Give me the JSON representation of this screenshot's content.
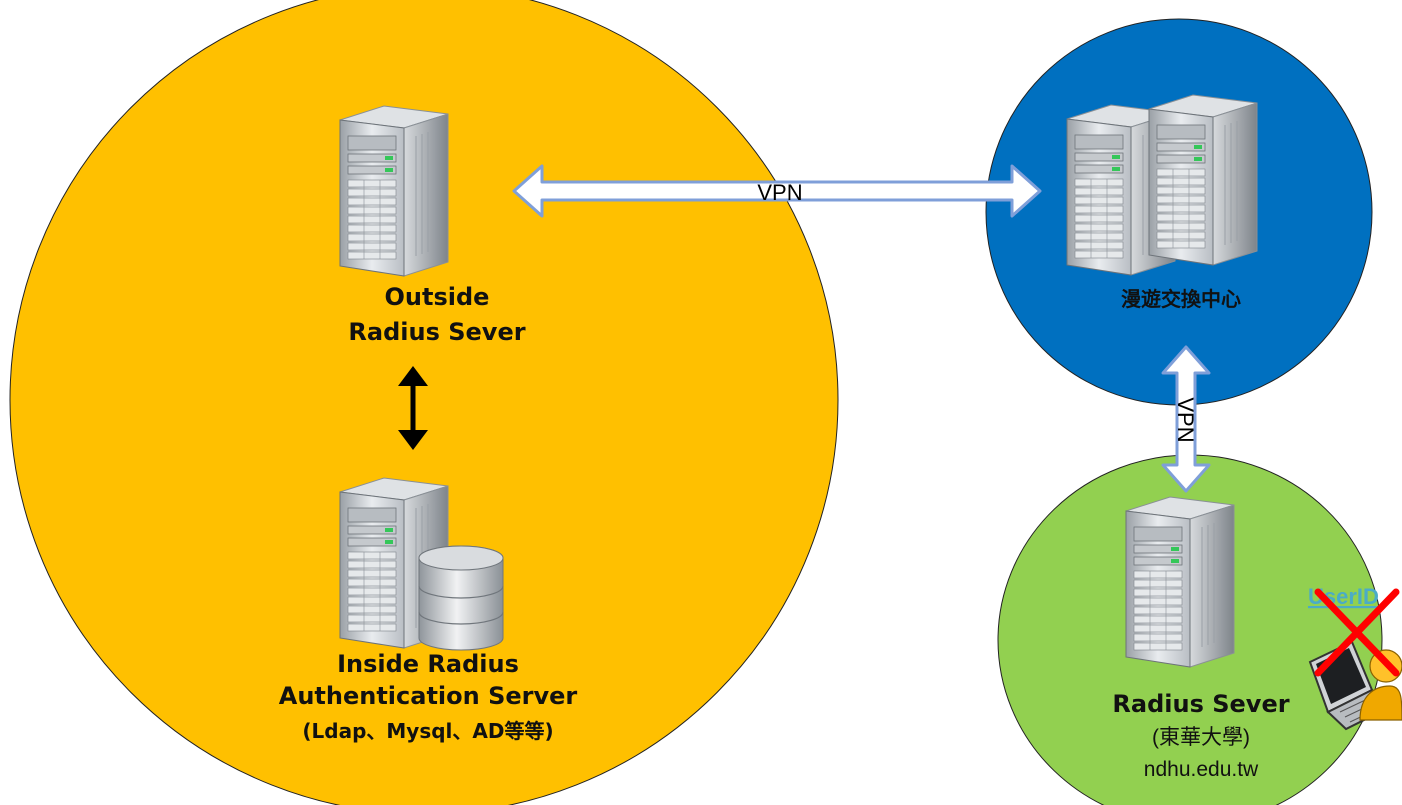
{
  "colors": {
    "outside_zone": "#ffc000",
    "roaming_zone": "#0070c0",
    "school_zone": "#92d050",
    "vpn_arrow_fill": "#ffffff",
    "vpn_arrow_stroke": "#7f9fd9",
    "link_text": "#4bacc6",
    "reject_mark": "#ff0000"
  },
  "outside_server": {
    "icon": "tower-server-icon",
    "label_line1": "Outside",
    "label_line2": "Radius Sever"
  },
  "inside_server": {
    "icon": "database-server-icon",
    "label_line1": "Inside Radius",
    "label_line2": "Authentication Server",
    "label_line3": "(Ldap、Mysql、AD等等)"
  },
  "roaming_center": {
    "icon": "dual-server-icon",
    "label": "漫遊交換中心"
  },
  "school_server": {
    "icon": "tower-server-icon",
    "label": "Radius Sever",
    "sub_label": "(東華大學)",
    "domain": "ndhu.edu.tw"
  },
  "links": {
    "vpn_horizontal": "VPN",
    "vpn_vertical": "VPN",
    "internal": "double-arrow-icon"
  },
  "user": {
    "icon": "laptop-user-icon",
    "reject_icon": "red-x-icon",
    "userid_text": "UserID"
  }
}
